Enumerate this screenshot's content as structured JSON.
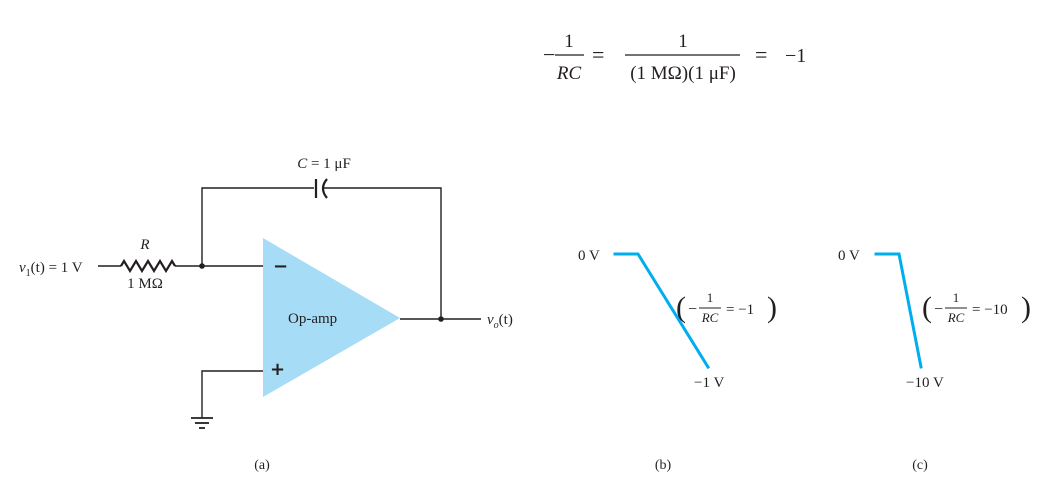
{
  "equation": {
    "lhs_minus": "−",
    "lhs_num": "1",
    "lhs_den": "RC",
    "eq1": "=",
    "rhs_num": "1",
    "rhs_den": "(1 MΩ)(1 μF)",
    "eq2": "=",
    "result": "−1"
  },
  "circuit": {
    "input_prefix": "v",
    "input_sub": "1",
    "input_suffix": "(t) = 1 V",
    "resistor_label": "R",
    "resistor_value": "1 MΩ",
    "capacitor_prefix": "C",
    "capacitor_suffix": " = 1 μF",
    "opamp_label": "Op-amp",
    "minus_sign": "−",
    "plus_sign": "+",
    "output_prefix": "v",
    "output_sub": "o",
    "output_suffix": "(t)",
    "caption": "(a)"
  },
  "waveform_b": {
    "start_label": "0 V",
    "end_label": "−1 V",
    "ann_open": "(",
    "ann_minus": "−",
    "ann_num": "1",
    "ann_den": "RC",
    "ann_value": "= −1",
    "ann_close": ")",
    "caption": "(b)",
    "slope": -1
  },
  "waveform_c": {
    "start_label": "0 V",
    "end_label": "−10 V",
    "ann_open": "(",
    "ann_minus": "−",
    "ann_num": "1",
    "ann_den": "RC",
    "ann_value": "= −10",
    "ann_close": ")",
    "caption": "(c)",
    "slope": -10
  },
  "colors": {
    "opamp_fill": "#a6dcf5",
    "waveform": "#00aeef",
    "ink": "#231f20"
  }
}
